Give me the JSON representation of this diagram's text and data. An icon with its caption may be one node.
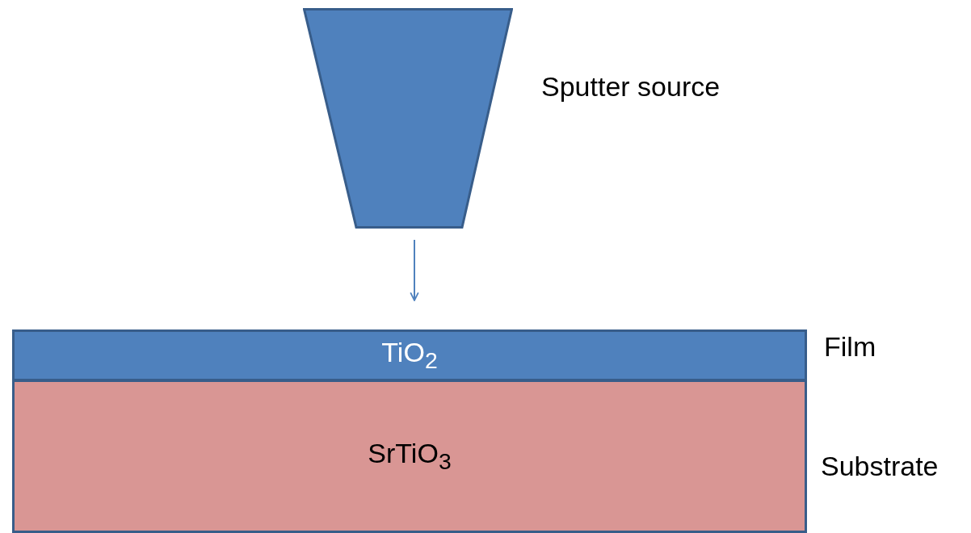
{
  "diagram": {
    "nodes": [
      {
        "text": [],
        "shape": "trapezoid",
        "beside": [
          "Sputter source"
        ]
      },
      {
        "text": [
          "TiO$_{2}$"
        ],
        "beside": [
          "Film"
        ]
      },
      {
        "text": [
          "SrTiO$_{3}$"
        ],
        "beside": [
          "Substrate"
        ]
      }
    ],
    "edges": [
      {
        "from": 0,
        "to": 1,
        "arrow": "to"
      }
    ]
  }
}
